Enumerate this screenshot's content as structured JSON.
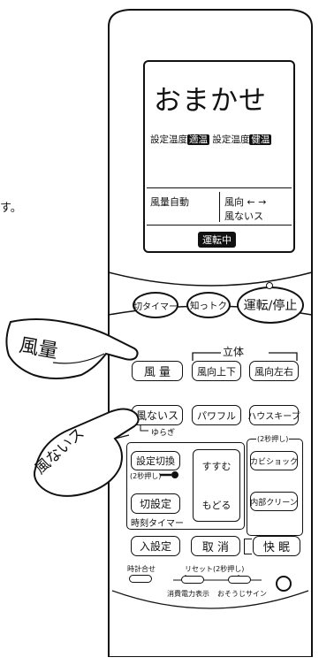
{
  "page": {
    "side_text": "す。"
  },
  "display": {
    "mode": "おまかせ",
    "temp_label_1": "設定温度",
    "temp_mode_1": "適温",
    "temp_label_2": "設定温度",
    "temp_mode_2": "健温",
    "fan_label": "風量自動",
    "direction_label": "風向",
    "arrows": "← →",
    "no_wind": "風ないス",
    "status": "運転中"
  },
  "buttons": {
    "off_timer": "切タイマー",
    "know_toku": "知っトク",
    "power": "運転/停止",
    "rittai": "立体",
    "fan_speed": "風 量",
    "vertical": "風向上下",
    "horizontal": "風向左右",
    "no_wind": "風ないス",
    "yuragi": "ゆらぎ",
    "powerful": "パワフル",
    "house_keep": "ハウスキープ",
    "two_sec_1": "(2秒押し)",
    "setting_switch": "設定切換",
    "two_sec_2": "(2秒押し)",
    "advance": "すすむ",
    "back": "もどる",
    "mold_check": "カビショック",
    "inner_clean": "内部クリーン",
    "off_set": "切設定",
    "clock_timer": "時刻タイマー",
    "on_set": "入設定",
    "cancel": "取 消",
    "sleep": "快 眠",
    "clock_set": "時計合せ",
    "reset": "リセット(2秒押し)",
    "power_display": "消費電力表示",
    "cleaning_sign": "おそうじサイン"
  },
  "callouts": {
    "fan_speed": "風量",
    "no_wind": "風ないス"
  }
}
